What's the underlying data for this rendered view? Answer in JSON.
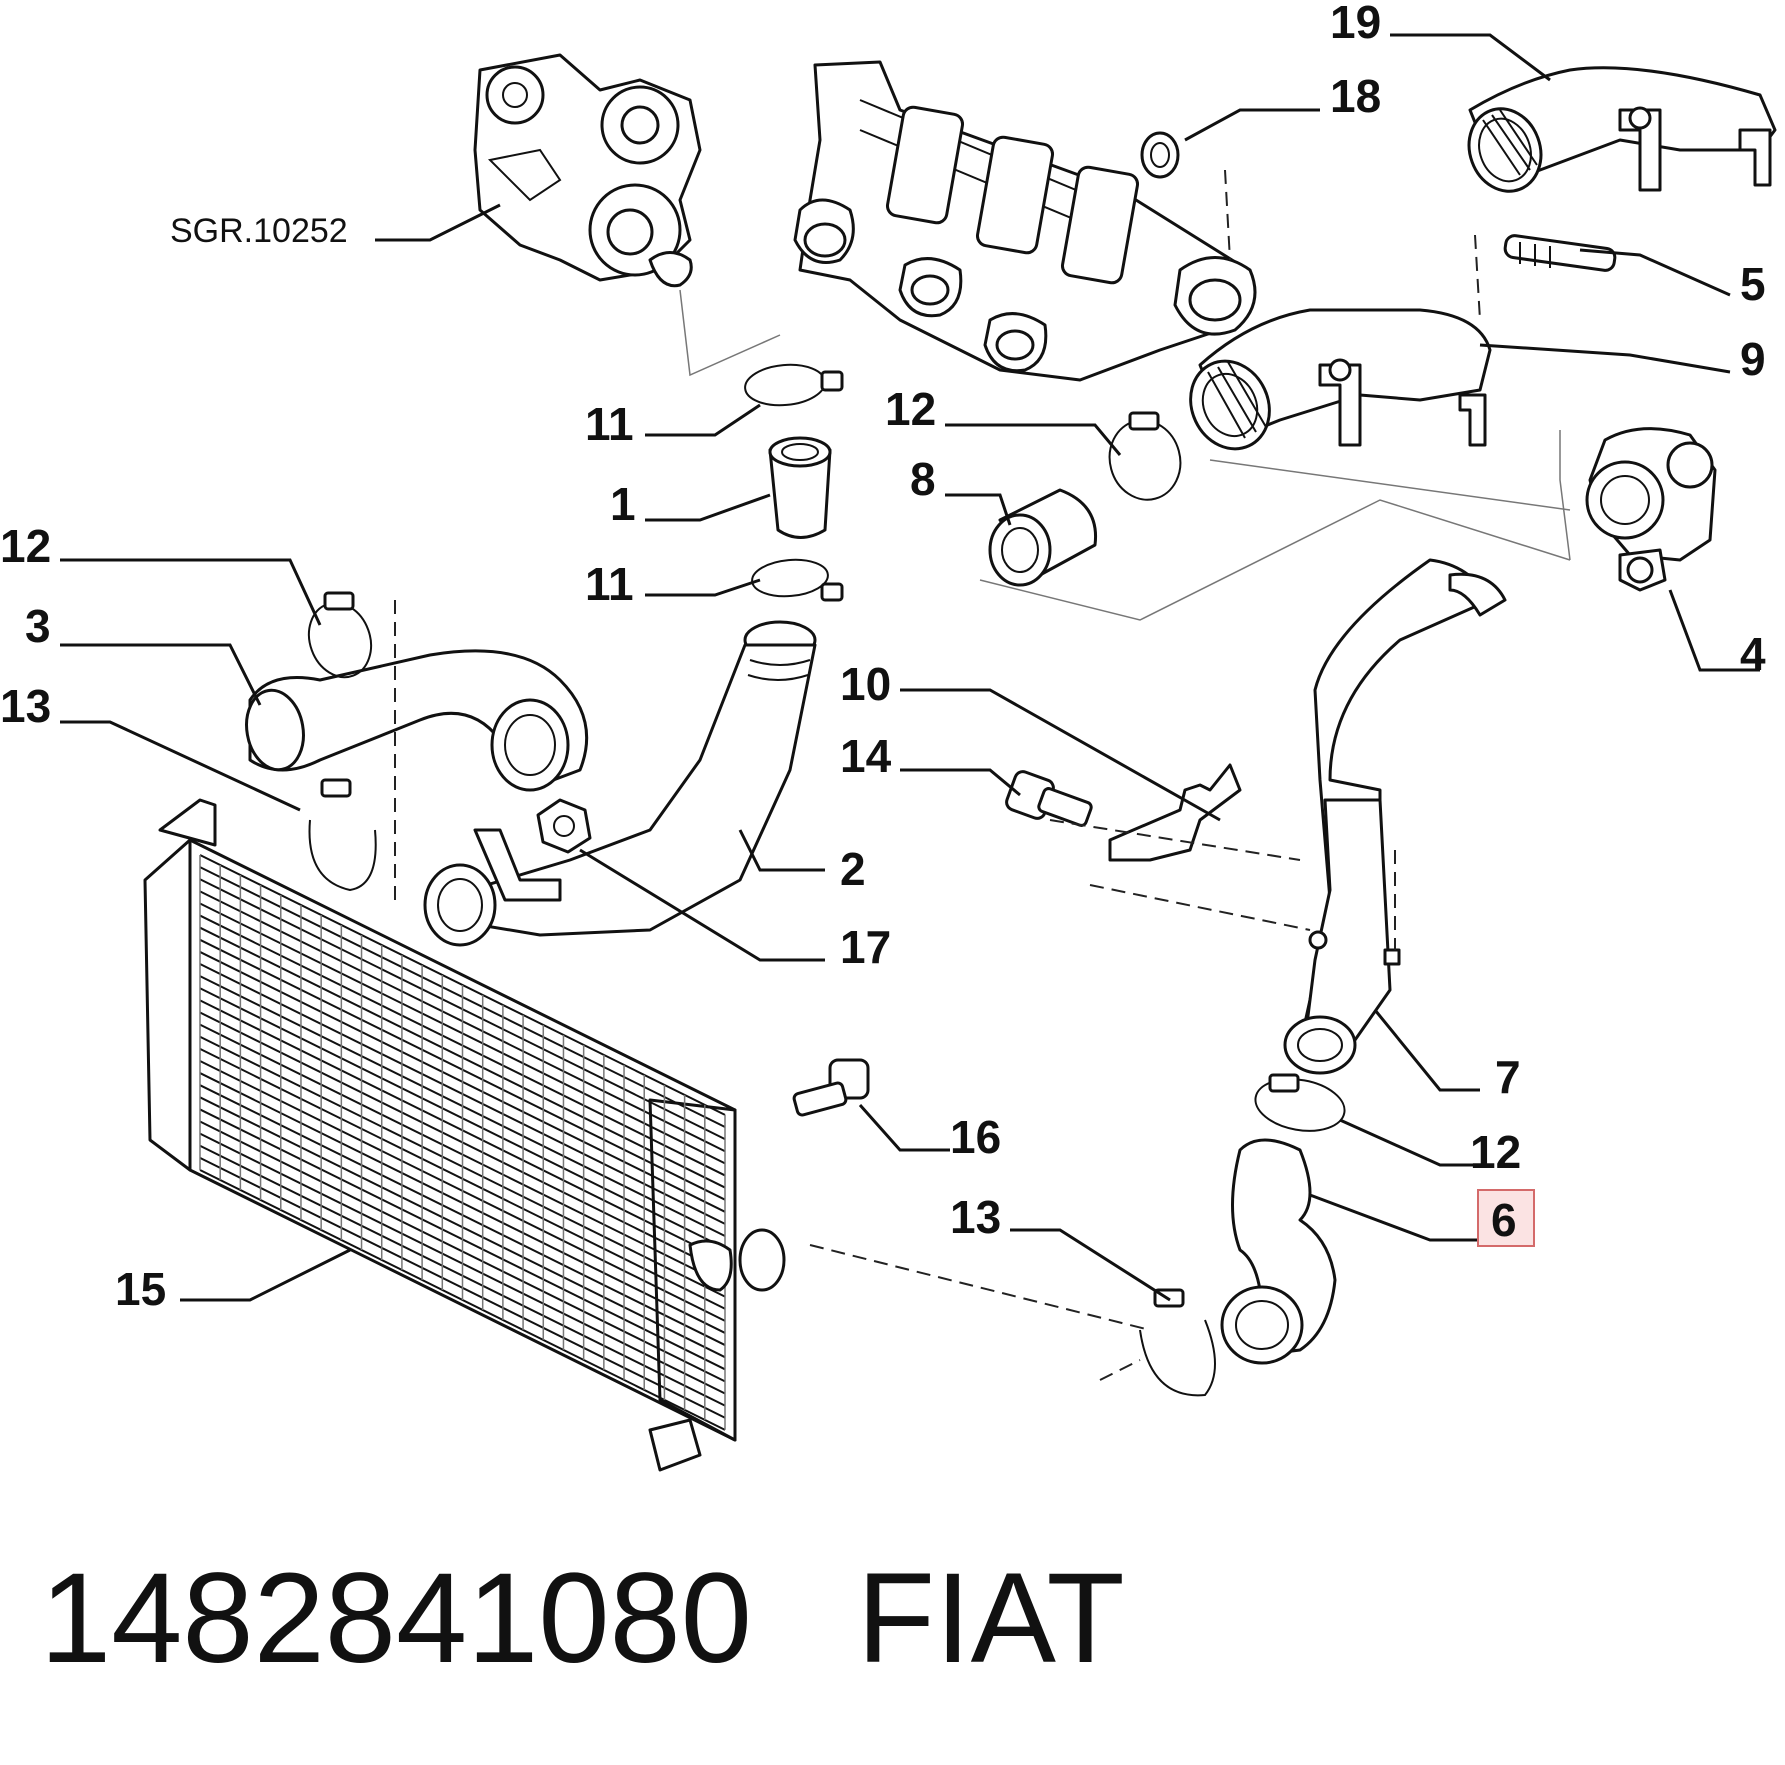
{
  "diagram": {
    "labels": {
      "sgr": "SGR.10252",
      "p1": "1",
      "p2": "2",
      "p3": "3",
      "p4": "4",
      "p5": "5",
      "p6": "6",
      "p7": "7",
      "p8": "8",
      "p9": "9",
      "p10": "10",
      "p11a": "11",
      "p11b": "11",
      "p12a": "12",
      "p12b": "12",
      "p12c": "12",
      "p13a": "13",
      "p13b": "13",
      "p14": "14",
      "p15": "15",
      "p16": "16",
      "p17": "17",
      "p18": "18",
      "p19": "19"
    },
    "highlight_color": "#d46a6a"
  },
  "footer": {
    "part_number": "1482841080",
    "brand": "FIAT"
  }
}
